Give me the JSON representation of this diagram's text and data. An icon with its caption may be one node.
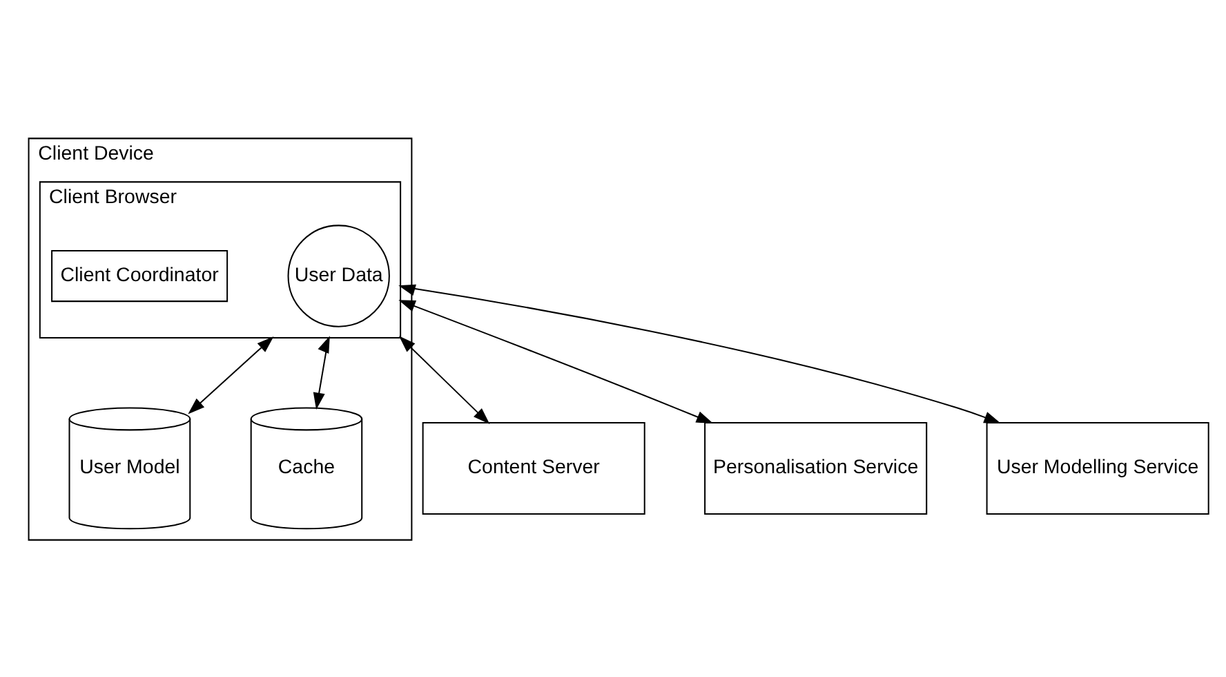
{
  "diagram": {
    "nodes": [
      {
        "text": [
          "Client Device"
        ]
      },
      {
        "text": [
          "Client Browser"
        ],
        "in": 0
      },
      {
        "text": [
          "User Data"
        ],
        "in": 1
      },
      {
        "text": [
          "Client Coordinator"
        ],
        "in": 1
      },
      {
        "text": [
          "User Model"
        ],
        "in": 0
      },
      {
        "text": [
          "Cache"
        ],
        "in": 0
      },
      {
        "text": [
          "Content Server"
        ]
      },
      {
        "text": [
          "Personalisation Service"
        ]
      },
      {
        "text": [
          "User Modelling Service"
        ]
      }
    ],
    "edges": [
      {
        "from": 1,
        "to": 6,
        "arrow": "both"
      },
      {
        "from": 1,
        "to": 7,
        "arrow": "both"
      },
      {
        "from": 1,
        "to": 8,
        "arrow": "both"
      },
      {
        "from": 1,
        "to": 4,
        "arrow": "both"
      },
      {
        "from": 1,
        "to": 5,
        "arrow": "both"
      }
    ]
  }
}
